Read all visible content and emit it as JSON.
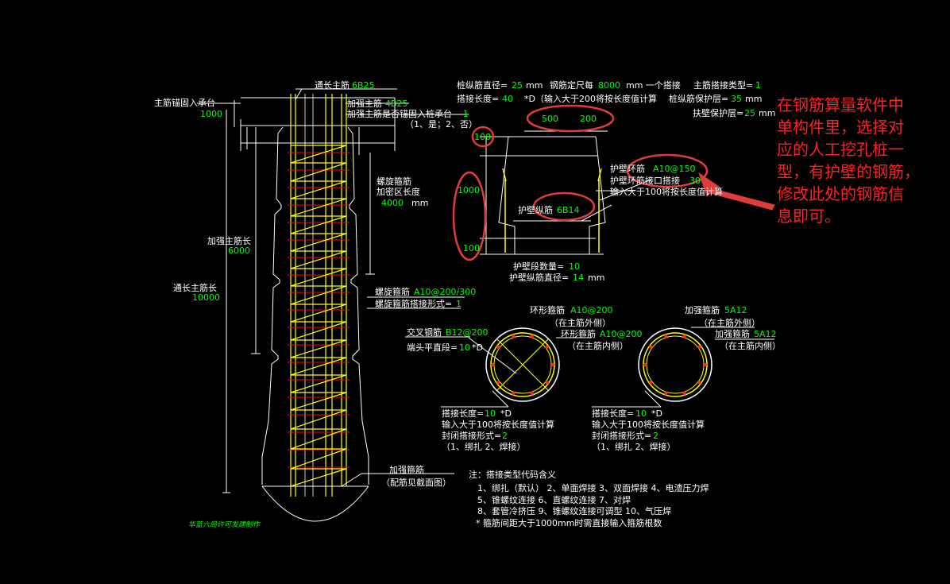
{
  "pile": {
    "anchor_label": "主筋锚固入承台",
    "anchor_value": "1000",
    "through_bar_label": "通长主筋",
    "through_bar_value": "6B25",
    "strengthen_bar_label": "加强主筋",
    "strengthen_bar_value": "4B25",
    "strengthen_anchor_label": "加强主筋是否锚固入桩承台",
    "strengthen_anchor_value": "1",
    "strengthen_anchor_options": "（1、是；2、否）",
    "spiral_dense_label_1": "螺旋箍筋",
    "spiral_dense_label_2": "加密区长度",
    "spiral_dense_value": "4000",
    "spiral_dense_unit": "mm",
    "strengthen_length_label": "加强主筋长",
    "strengthen_length_value": "6000",
    "through_length_label": "通长主筋长",
    "through_length_value": "10000",
    "spiral_stirrup_label": "螺旋箍筋",
    "spiral_stirrup_value": "A10@200/300",
    "spiral_lap_label": "螺旋箍筋搭接形式=",
    "spiral_lap_value": "1",
    "strengthen_stirrup_label": "加强箍筋",
    "strengthen_stirrup_note": "（配筋见截面图）",
    "footer_note": "华蓝六局许可发建制作"
  },
  "wall": {
    "pile_bar_dia_label": "桩纵筋直径=",
    "pile_bar_dia_value": "25",
    "pile_bar_dia_unit": "mm",
    "fixed_length_label": "钢筋定尺每",
    "fixed_length_value": "8000",
    "fixed_length_suffix": "mm 一个搭接",
    "main_lap_type_label": "主筋搭接类型=",
    "main_lap_type_value": "1",
    "lap_length_label": "搭接长度=",
    "lap_length_value": "40",
    "lap_length_note": "*D（输入大于200将按长度值计算",
    "pile_cover_label": "桩纵筋保护层=",
    "pile_cover_value": "35",
    "pile_cover_unit": "mm",
    "wall_cover_label": "扶壁保护层=",
    "wall_cover_value": "25",
    "wall_cover_unit": "mm",
    "dim_top_1": "500",
    "dim_top_2": "200",
    "dim_left_top": "100",
    "dim_left_mid": "1000",
    "dim_left_bot": "100",
    "ring_bar_label": "护壁环筋",
    "ring_bar_value": "A10@150",
    "ring_lap_label": "护壁环筋接口搭接",
    "ring_lap_value": "30",
    "ring_lap_note": "输入大于100将按长度值计算",
    "long_bar_label": "护壁纵筋",
    "long_bar_value": "6B14",
    "segment_count_label": "护壁段数量=",
    "segment_count_value": "10",
    "long_bar_dia_label": "护壁纵筋直径=",
    "long_bar_dia_value": "14",
    "long_bar_dia_unit": "mm"
  },
  "section_left": {
    "ring_label": "环形箍筋",
    "ring_value": "A10@200",
    "ring_outer": "（在主筋外侧）",
    "ring2_label": "环形箍筋",
    "ring2_value": "A10@200",
    "ring2_inner": "（在主筋内侧）",
    "cross_label": "交叉钢筋",
    "cross_value": "B12@200",
    "end_straight_label": "端头平直段=",
    "end_straight_value": "10",
    "end_straight_unit": "*D",
    "lap_label": "搭接长度=",
    "lap_value": "10",
    "lap_unit": "*D",
    "lap_note": "输入大于100将按长度值计算",
    "closure_label": "封闭搭接形式=",
    "closure_value": "2",
    "closure_options": "（1、绑扎  2、焊接）"
  },
  "section_right": {
    "strengthen_label": "加强箍筋",
    "strengthen_value": "5A12",
    "strengthen_outer": "（在主筋外侧）",
    "strengthen2_label": "加强箍筋",
    "strengthen2_value": "5A12",
    "strengthen2_inner": "（在主筋内侧）",
    "lap_label": "搭接长度=",
    "lap_value": "10",
    "lap_unit": "*D",
    "lap_note": "输入大于100将按长度值计算",
    "closure_label": "封闭搭接形式=",
    "closure_value": "2",
    "closure_options": "（1、绑扎  2、焊接）"
  },
  "notes": {
    "title": "注：搭接类型代码含义",
    "line1": "1、绑扎（默认）   2、单面焊接    3、双面焊接    4、电渣压力焊",
    "line2": "5、锥螺纹连接     6、直螺纹连接     7、对焊",
    "line3": "8、套管冷挤压     9、锥螺纹连接可调型    10、气压焊",
    "line4": "* 箍筋间距大于1000mm时需直接输入箍筋根数"
  },
  "callout": {
    "line1": "在钢筋算量软件中",
    "line2": "单构件里，选择对",
    "line3": "应的人工挖孔桩一",
    "line4": "型，有护壁的钢筋，",
    "line5": "修改此处的钢筋信",
    "line6": "息即可。"
  },
  "colors": {
    "background": "#000000",
    "line_white": "#ffffff",
    "value_green": "#00ff00",
    "bar_yellow": "#ffff00",
    "stirrup_red": "#ff0000",
    "highlight_red": "#e03c3c"
  }
}
